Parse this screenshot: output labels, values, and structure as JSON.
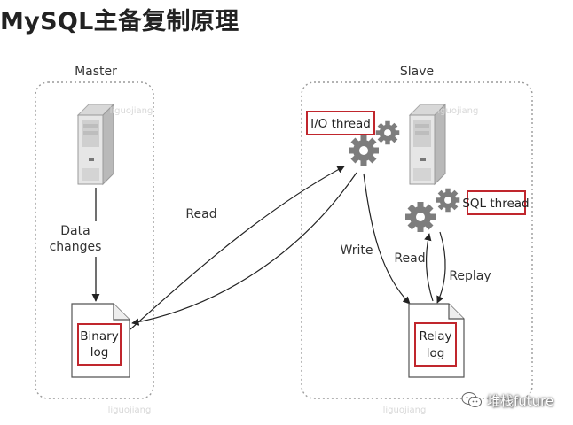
{
  "title": "MySQL主备复制原理",
  "master": {
    "heading": "Master",
    "data_changes_line1": "Data",
    "data_changes_line2": "changes",
    "binary_log_line1": "Binary",
    "binary_log_line2": "log"
  },
  "arrows": {
    "read_left": "Read",
    "write": "Write",
    "read_right": "Read",
    "replay": "Replay"
  },
  "slave": {
    "heading": "Slave",
    "io_thread": "I/O thread",
    "sql_thread": "SQL thread",
    "relay_log_line1": "Relay",
    "relay_log_line2": "log"
  },
  "watermark": {
    "text": "liguojiang"
  },
  "footer": {
    "brand": "堆栈future",
    "icon": "wechat-icon"
  },
  "colors": {
    "highlight": "#c0262d",
    "gear": "#7d7d7d",
    "frame": "#9a9a9a"
  }
}
